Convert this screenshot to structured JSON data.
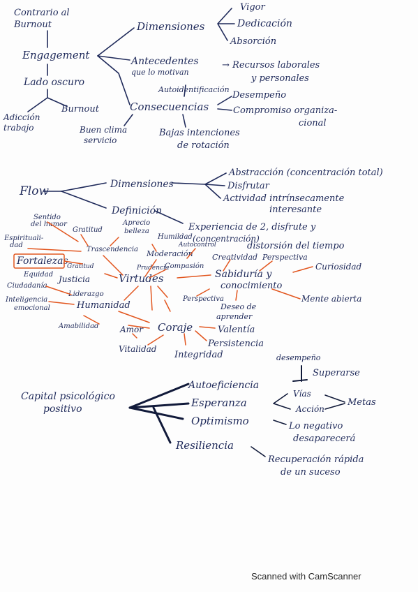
{
  "colors": {
    "ink": "#1f2a5a",
    "red": "#e2561f"
  },
  "footer": {
    "scanner_text": "Scanned with CamScanner"
  },
  "map1": {
    "contrario": [
      "Contrario al",
      "Burnout"
    ],
    "engagement": "Engagement",
    "lado_oscuro": "Lado oscuro",
    "adiccion": [
      "Adicción",
      "trabajo"
    ],
    "burnout": "Burnout",
    "dimensiones": "Dimensiones",
    "vigor": "Vigor",
    "dedicacion": "Dedicación",
    "absorcion": "Absorción",
    "antecedentes": [
      "Antecedentes",
      "que lo motivan"
    ],
    "recursos": [
      "→ Recursos laborales",
      "y personales"
    ],
    "autoidentificacion": "Autoidentificación",
    "consecuencias": "Consecuencias",
    "desempeno": "Desempeño",
    "compromiso": [
      "Compromiso organiza-",
      "cional"
    ],
    "buen_clima": [
      "Buen clima",
      "servicio"
    ],
    "bajas": [
      "Bajas intenciones",
      "de rotación"
    ]
  },
  "map2": {
    "flow": "Flow",
    "dimensiones": "Dimensiones",
    "abstraccion": "Abstracción (concentración total)",
    "disfrutar": "Disfrutar",
    "actividad": [
      "Actividad intrínsecamente",
      "interesante"
    ],
    "definicion": "Definición",
    "experiencia": [
      "Experiencia de 2, disfrute y",
      "(concentración)"
    ],
    "distorsion": "distorsión del tiempo",
    "creatividad": "Creatividad",
    "perspectiva": "Perspectiva",
    "curiosidad": "Curiosidad",
    "sentido_humor": [
      "Sentido",
      "del humor"
    ],
    "gratitud": "Gratitud",
    "aprecio": [
      "Aprecio",
      "belleza"
    ],
    "humildad": "Humildad",
    "autocontrol": "Autocontrol",
    "espiritualidad": [
      "Espirituali-",
      "dad"
    ],
    "trascendencia": "Trascendencia",
    "moderacion": "Moderación",
    "fortalezas": "Fortalezas",
    "gratitud2": "Gratitud",
    "prudencia": "Prudencia",
    "compasion": "Compasión",
    "equidad": "Equidad",
    "justicia": "Justicia",
    "virtudes": "Virtudes",
    "sabiduria": [
      "Sabiduría y",
      "conocimiento"
    ],
    "ciudadania": "Ciudadanía",
    "liderazgo": "Liderazgo",
    "inteligencia": [
      "Inteligencia",
      "emocional"
    ],
    "humanidad": "Humanidad",
    "perspectiva2": "Perspectiva",
    "deseo": [
      "Deseo de",
      "aprender"
    ],
    "mente": "Mente abierta",
    "amabilidad": "Amabilidad",
    "amor": "Amor",
    "coraje": "Coraje",
    "valentia": "Valentía",
    "persistencia": "Persistencia",
    "vitalidad": "Vitalidad",
    "integridad": "Integridad"
  },
  "map3": {
    "capital": [
      "Capital psicológico",
      "positivo"
    ],
    "autoeficiencia": "Autoeficiencia",
    "desempeno": "desempeño",
    "superarse": "Superarse",
    "esperanza": "Esperanza",
    "vias": "Vías",
    "accion": "Acción",
    "metas": "Metas",
    "optimismo": "Optimismo",
    "negativo": [
      "Lo negativo",
      "desaparecerá"
    ],
    "resiliencia": "Resiliencia",
    "recuperacion": [
      "Recuperación rápida",
      "de un suceso"
    ]
  }
}
